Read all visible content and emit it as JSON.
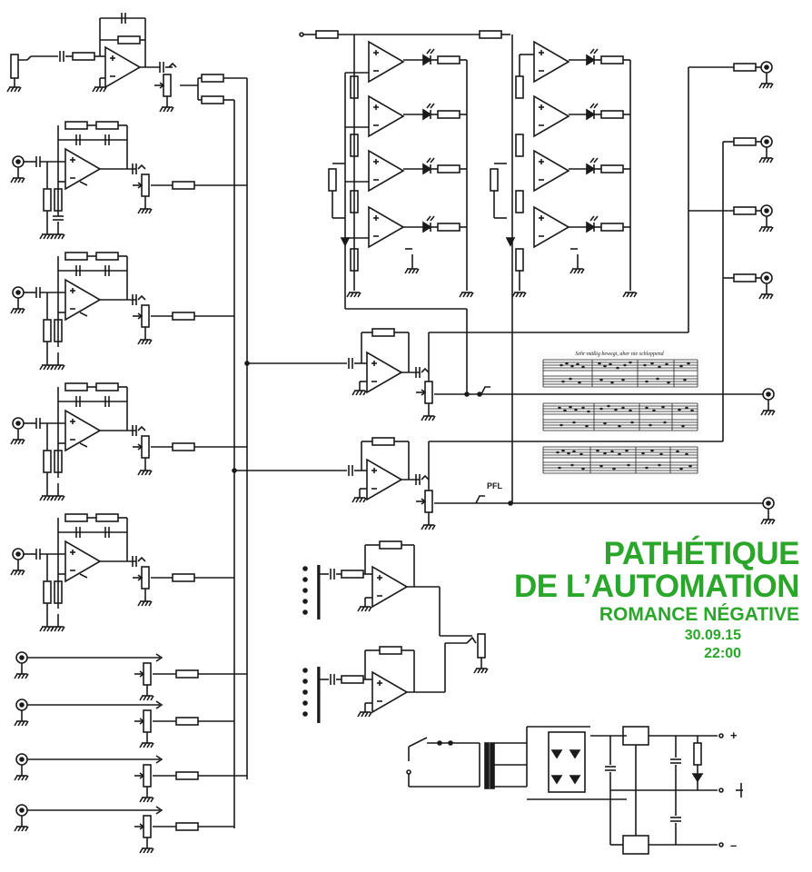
{
  "poster": {
    "title_line_1": "PATHÉTIQUE",
    "title_line_2": "DE L’AUTOMATION",
    "subtitle": "ROMANCE NÉGATIVE",
    "date": "30.09.15",
    "time": "22:00",
    "accent_color": "#2aa62a"
  },
  "schematic": {
    "pfl_label": "PFL",
    "supply_plus": "+",
    "supply_minus": "–",
    "score_tempo": "Sehr mäßig bewegt, aber nie schleppend"
  }
}
